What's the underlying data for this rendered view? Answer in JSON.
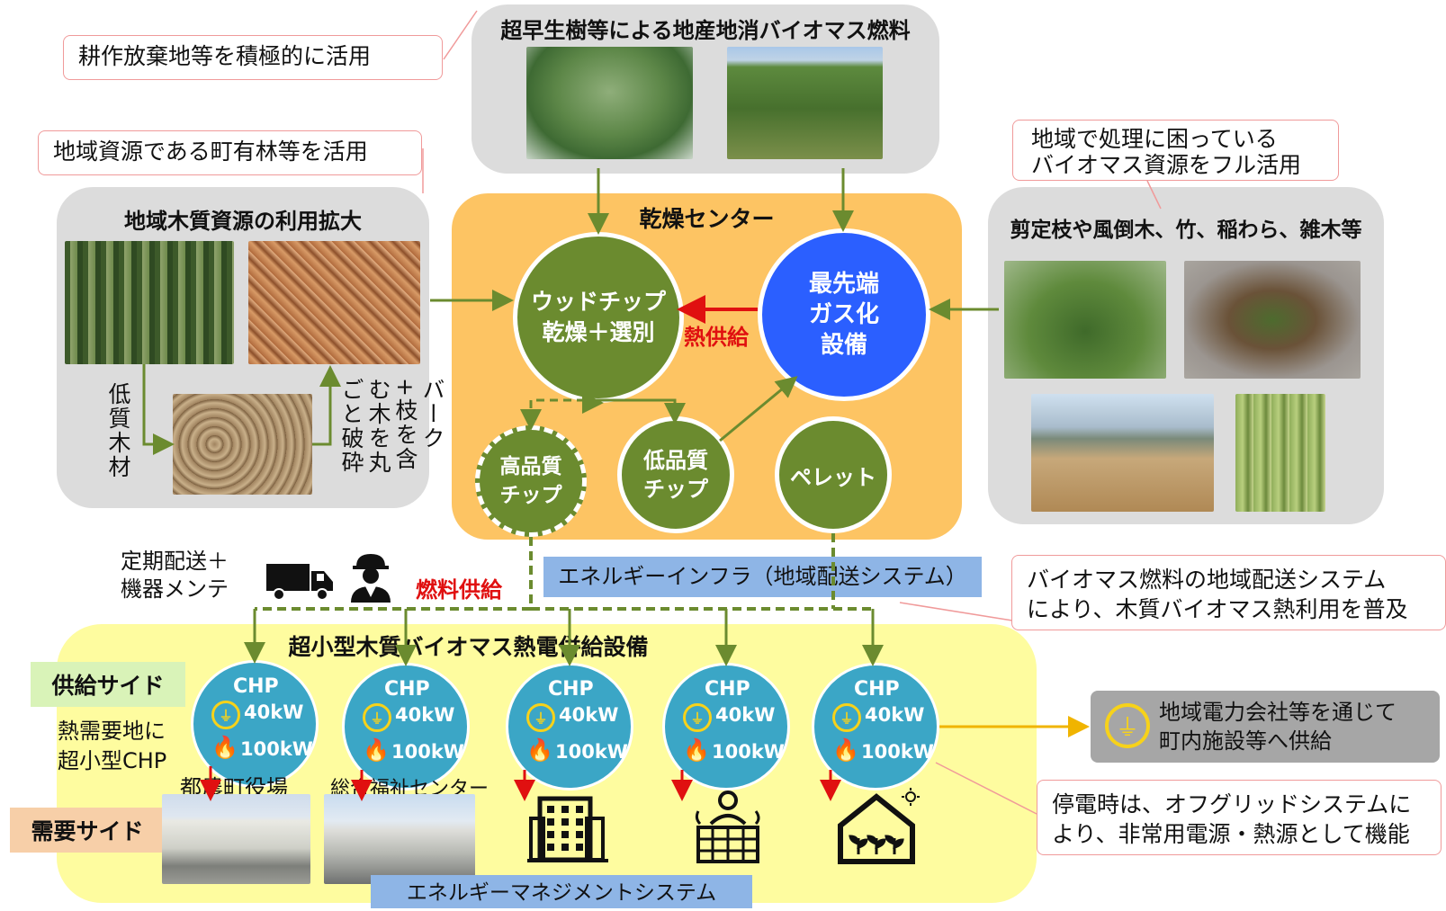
{
  "top_panel": {
    "title": "超早生樹等による地産地消バイオマス燃料"
  },
  "left_panel": {
    "title": "地域木質資源の利用拡大",
    "vertical_left": "低質木材",
    "vertical_right": "バーク+枝を含む木を丸ごと破砕"
  },
  "center_panel": {
    "title": "乾燥センター",
    "wood_chip_circle": [
      "ウッドチップ",
      "乾燥＋選別"
    ],
    "gasifier_circle": [
      "最先端",
      "ガス化",
      "設備"
    ],
    "heat_supply": "熱供給",
    "high_quality_chip": [
      "高品質",
      "チップ"
    ],
    "low_quality_chip": [
      "低品質",
      "チップ"
    ],
    "pellet": "ペレット"
  },
  "right_panel": {
    "title": "剪定枝や風倒木、竹、稲わら、雑木等"
  },
  "callouts": {
    "farmland": "耕作放棄地等を積極的に活用",
    "town_forest": "地域資源である町有林等を活用",
    "biomass_local": [
      "地域で処理に困っている",
      "バイオマス資源をフル活用"
    ],
    "delivery_system": [
      "バイオマス燃料の地域配送システム",
      "により、木質バイオマス熱利用を普及"
    ],
    "blackout": [
      "停電時は、オフグリッドシステムに",
      "より、非常用電源・熱源として機能"
    ]
  },
  "delivery": {
    "label": [
      "定期配送＋",
      "機器メンテ"
    ],
    "fuel_supply": "燃料供給",
    "infra_bar": "エネルギーインフラ（地域配送システム）"
  },
  "bottom_panel": {
    "title": "超小型木質バイオマス熱電併給設備",
    "supply_side": "供給サイド",
    "demand_side": "需要サイド",
    "chp_note": [
      "熱需要地に",
      "超小型CHP"
    ],
    "chp_units": [
      {
        "name": "CHP",
        "power": "40kW",
        "heat": "100kW"
      },
      {
        "name": "CHP",
        "power": "40kW",
        "heat": "100kW"
      },
      {
        "name": "CHP",
        "power": "40kW",
        "heat": "100kW"
      },
      {
        "name": "CHP",
        "power": "40kW",
        "heat": "100kW"
      },
      {
        "name": "CHP",
        "power": "40kW",
        "heat": "100kW"
      }
    ],
    "facility_1": "都農町役場",
    "facility_2": "総合福祉センター",
    "ems_bar": "エネルギーマネジメントシステム"
  },
  "power_company_box": [
    "地域電力会社等を通じて",
    "町内施設等へ供給"
  ],
  "colors": {
    "green": "#6b8b2f",
    "blue": "#2b5fff",
    "orange": "#fdc463",
    "yellow": "#fefc9f",
    "gray": "#dcdcdc",
    "cyan": "#3ba6c6",
    "red": "#e01010",
    "bar_blue": "#8eb5e6"
  }
}
